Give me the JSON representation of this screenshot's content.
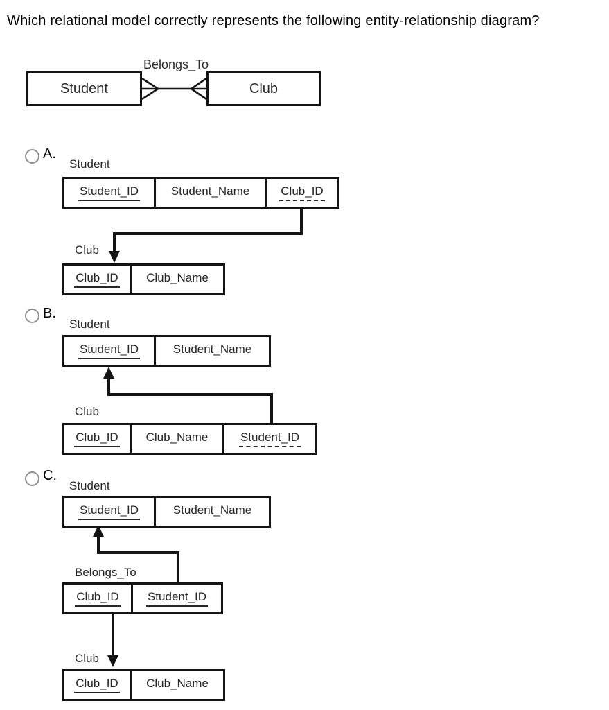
{
  "question": "Which relational model correctly represents the following entity-relationship diagram?",
  "er": {
    "left_entity": "Student",
    "relationship_label": "Belongs_To",
    "right_entity": "Club",
    "left_cardinality": "many",
    "right_cardinality": "many"
  },
  "options": [
    {
      "label": "A.",
      "tables": [
        {
          "title": "Student",
          "columns": [
            {
              "text": "Student_ID",
              "key": "primary"
            },
            {
              "text": "Student_Name",
              "key": "none"
            },
            {
              "text": "Club_ID",
              "key": "foreign"
            }
          ]
        },
        {
          "title": "Club",
          "columns": [
            {
              "text": "Club_ID",
              "key": "primary"
            },
            {
              "text": "Club_Name",
              "key": "none"
            }
          ]
        }
      ],
      "arrows": [
        "Student.Club_ID -> Club.Club_ID"
      ]
    },
    {
      "label": "B.",
      "tables": [
        {
          "title": "Student",
          "columns": [
            {
              "text": "Student_ID",
              "key": "primary"
            },
            {
              "text": "Student_Name",
              "key": "none"
            }
          ]
        },
        {
          "title": "Club",
          "columns": [
            {
              "text": "Club_ID",
              "key": "primary"
            },
            {
              "text": "Club_Name",
              "key": "none"
            },
            {
              "text": "Student_ID",
              "key": "foreign"
            }
          ]
        }
      ],
      "arrows": [
        "Club.Student_ID -> Student.Student_ID"
      ]
    },
    {
      "label": "C.",
      "tables": [
        {
          "title": "Student",
          "columns": [
            {
              "text": "Student_ID",
              "key": "primary"
            },
            {
              "text": "Student_Name",
              "key": "none"
            }
          ]
        },
        {
          "title": "Belongs_To",
          "columns": [
            {
              "text": "Club_ID",
              "key": "primary"
            },
            {
              "text": "Student_ID",
              "key": "primary"
            }
          ]
        },
        {
          "title": "Club",
          "columns": [
            {
              "text": "Club_ID",
              "key": "primary"
            },
            {
              "text": "Club_Name",
              "key": "none"
            }
          ]
        }
      ],
      "arrows": [
        "Belongs_To.Student_ID -> Student.Student_ID",
        "Belongs_To.Club_ID -> Club.Club_ID"
      ]
    }
  ]
}
